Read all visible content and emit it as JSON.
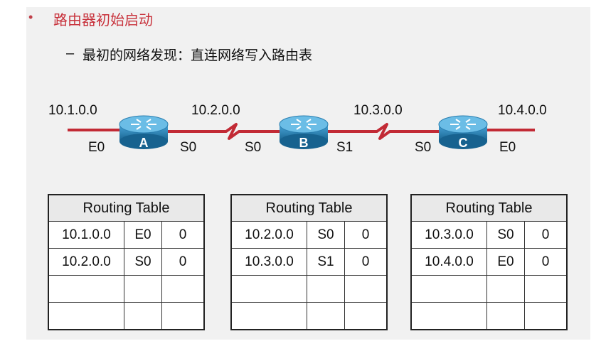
{
  "header": {
    "bullet": "•",
    "title": "路由器初始启动",
    "dash": "–",
    "subtitle": "最初的网络发现：直连网络写入路由表"
  },
  "networks": [
    "10.1.0.0",
    "10.2.0.0",
    "10.3.0.0",
    "10.4.0.0"
  ],
  "routers": [
    {
      "letter": "A",
      "ports": [
        "E0",
        "S0"
      ]
    },
    {
      "letter": "B",
      "ports": [
        "S0",
        "S1"
      ]
    },
    {
      "letter": "C",
      "ports": [
        "S0",
        "E0"
      ]
    }
  ],
  "colors": {
    "link": "#c22a35",
    "router_body": "#1f82b8",
    "router_top": "#5fb3e0",
    "heading": "#c8323c"
  },
  "tables": [
    {
      "title": "Routing Table",
      "rows": [
        [
          "10.1.0.0",
          "E0",
          "0"
        ],
        [
          "10.2.0.0",
          "S0",
          "0"
        ],
        [
          "",
          "",
          ""
        ],
        [
          "",
          "",
          ""
        ]
      ]
    },
    {
      "title": "Routing Table",
      "rows": [
        [
          "10.2.0.0",
          "S0",
          "0"
        ],
        [
          "10.3.0.0",
          "S1",
          "0"
        ],
        [
          "",
          "",
          ""
        ],
        [
          "",
          "",
          ""
        ]
      ]
    },
    {
      "title": "Routing Table",
      "rows": [
        [
          "10.3.0.0",
          "S0",
          "0"
        ],
        [
          "10.4.0.0",
          "E0",
          "0"
        ],
        [
          "",
          "",
          ""
        ],
        [
          "",
          "",
          ""
        ]
      ]
    }
  ]
}
